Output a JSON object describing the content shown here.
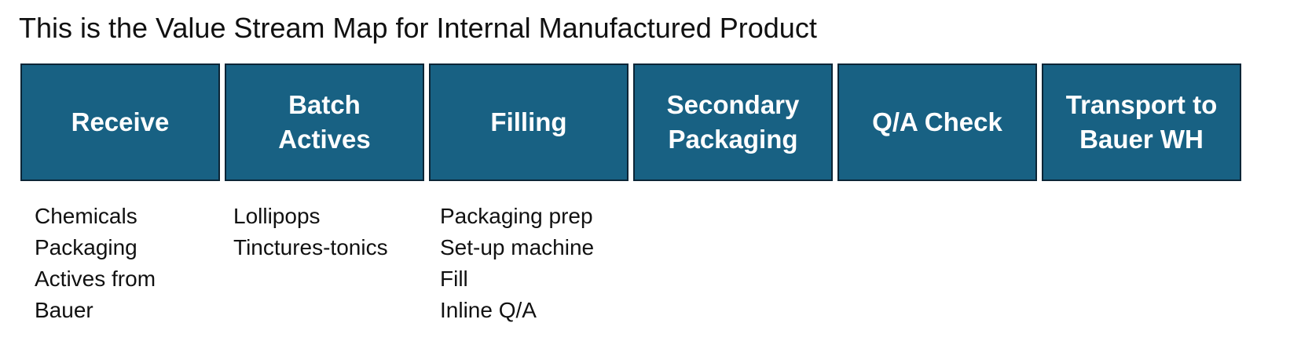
{
  "title": "This is the Value Stream Map for Internal Manufactured Product",
  "colors": {
    "step_fill": "#186183",
    "step_border": "#0b2536",
    "step_text": "#ffffff"
  },
  "steps": [
    {
      "label": "Receive",
      "details": [
        "Chemicals",
        "Packaging",
        "Actives from",
        "Bauer"
      ]
    },
    {
      "label": "Batch\nActives",
      "details": [
        "Lollipops",
        "Tinctures-tonics"
      ]
    },
    {
      "label": "Filling",
      "details": [
        "Packaging prep",
        "Set-up machine",
        "Fill",
        "Inline Q/A"
      ]
    },
    {
      "label": "Secondary\nPackaging",
      "details": []
    },
    {
      "label": "Q/A Check",
      "details": []
    },
    {
      "label": "Transport to\nBauer WH",
      "details": []
    }
  ]
}
